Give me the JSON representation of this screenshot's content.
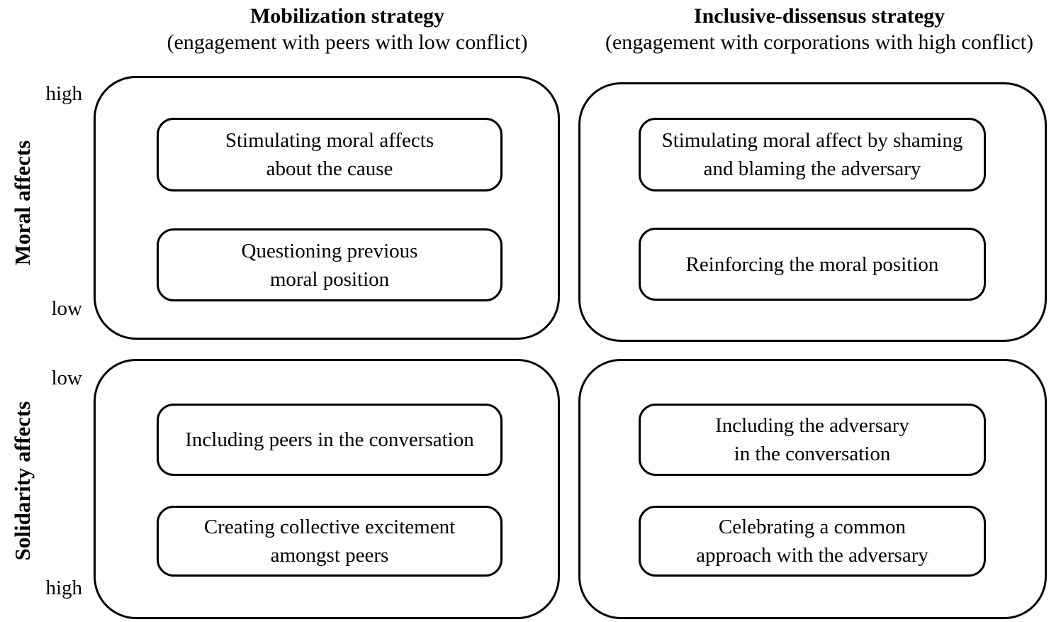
{
  "colors": {
    "background": "#ffffff",
    "border": "#000000",
    "text": "#000000"
  },
  "columns": [
    {
      "title": "Mobilization strategy",
      "subtitle": "(engagement with peers with low conflict)"
    },
    {
      "title": "Inclusive-dissensus strategy",
      "subtitle": "(engagement with corporations with high conflict)"
    }
  ],
  "rows": [
    {
      "axis_label": "Moral affects",
      "scale_top": "high",
      "scale_bottom": "low"
    },
    {
      "axis_label": "Solidarity affects",
      "scale_top": "low",
      "scale_bottom": "high"
    }
  ],
  "quadrants": {
    "moral_mobilization": {
      "box1": "Stimulating moral affects\nabout the cause",
      "box2": "Questioning previous\nmoral position"
    },
    "moral_inclusive_dissensus": {
      "box1": "Stimulating moral affect by shaming\nand blaming the adversary",
      "box2": "Reinforcing the moral position"
    },
    "solidarity_mobilization": {
      "box1": "Including peers in the conversation",
      "box2": "Creating collective excitement\namongst peers"
    },
    "solidarity_inclusive_dissensus": {
      "box1": "Including the adversary\nin the conversation",
      "box2": "Celebrating a common\napproach with the adversary"
    }
  }
}
